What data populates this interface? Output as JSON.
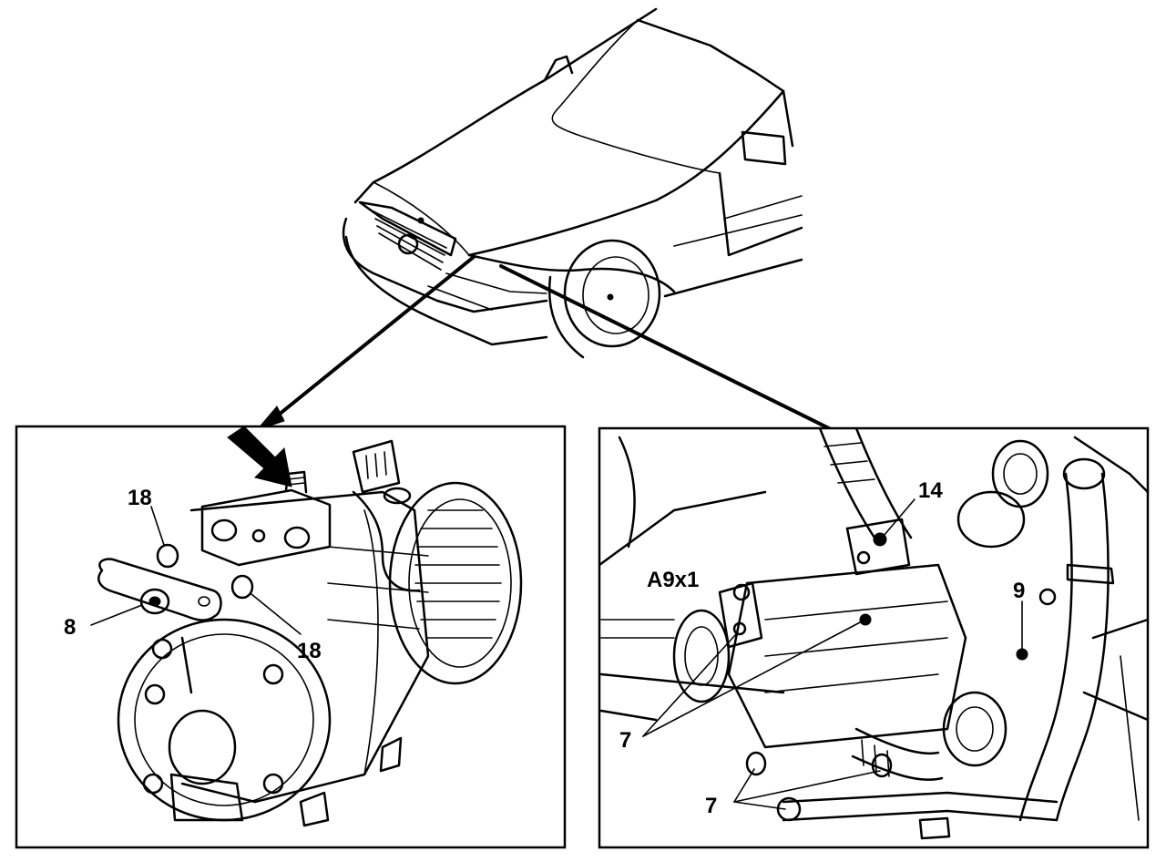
{
  "callouts": {
    "left_18_top": "18",
    "left_18_bottom": "18",
    "left_8": "8",
    "right_14": "14",
    "right_a9x1": "A9x1",
    "right_9": "9",
    "right_7_left": "7",
    "right_7_bottom": "7"
  },
  "colors": {
    "ink": "#000000",
    "paper": "#ffffff"
  }
}
